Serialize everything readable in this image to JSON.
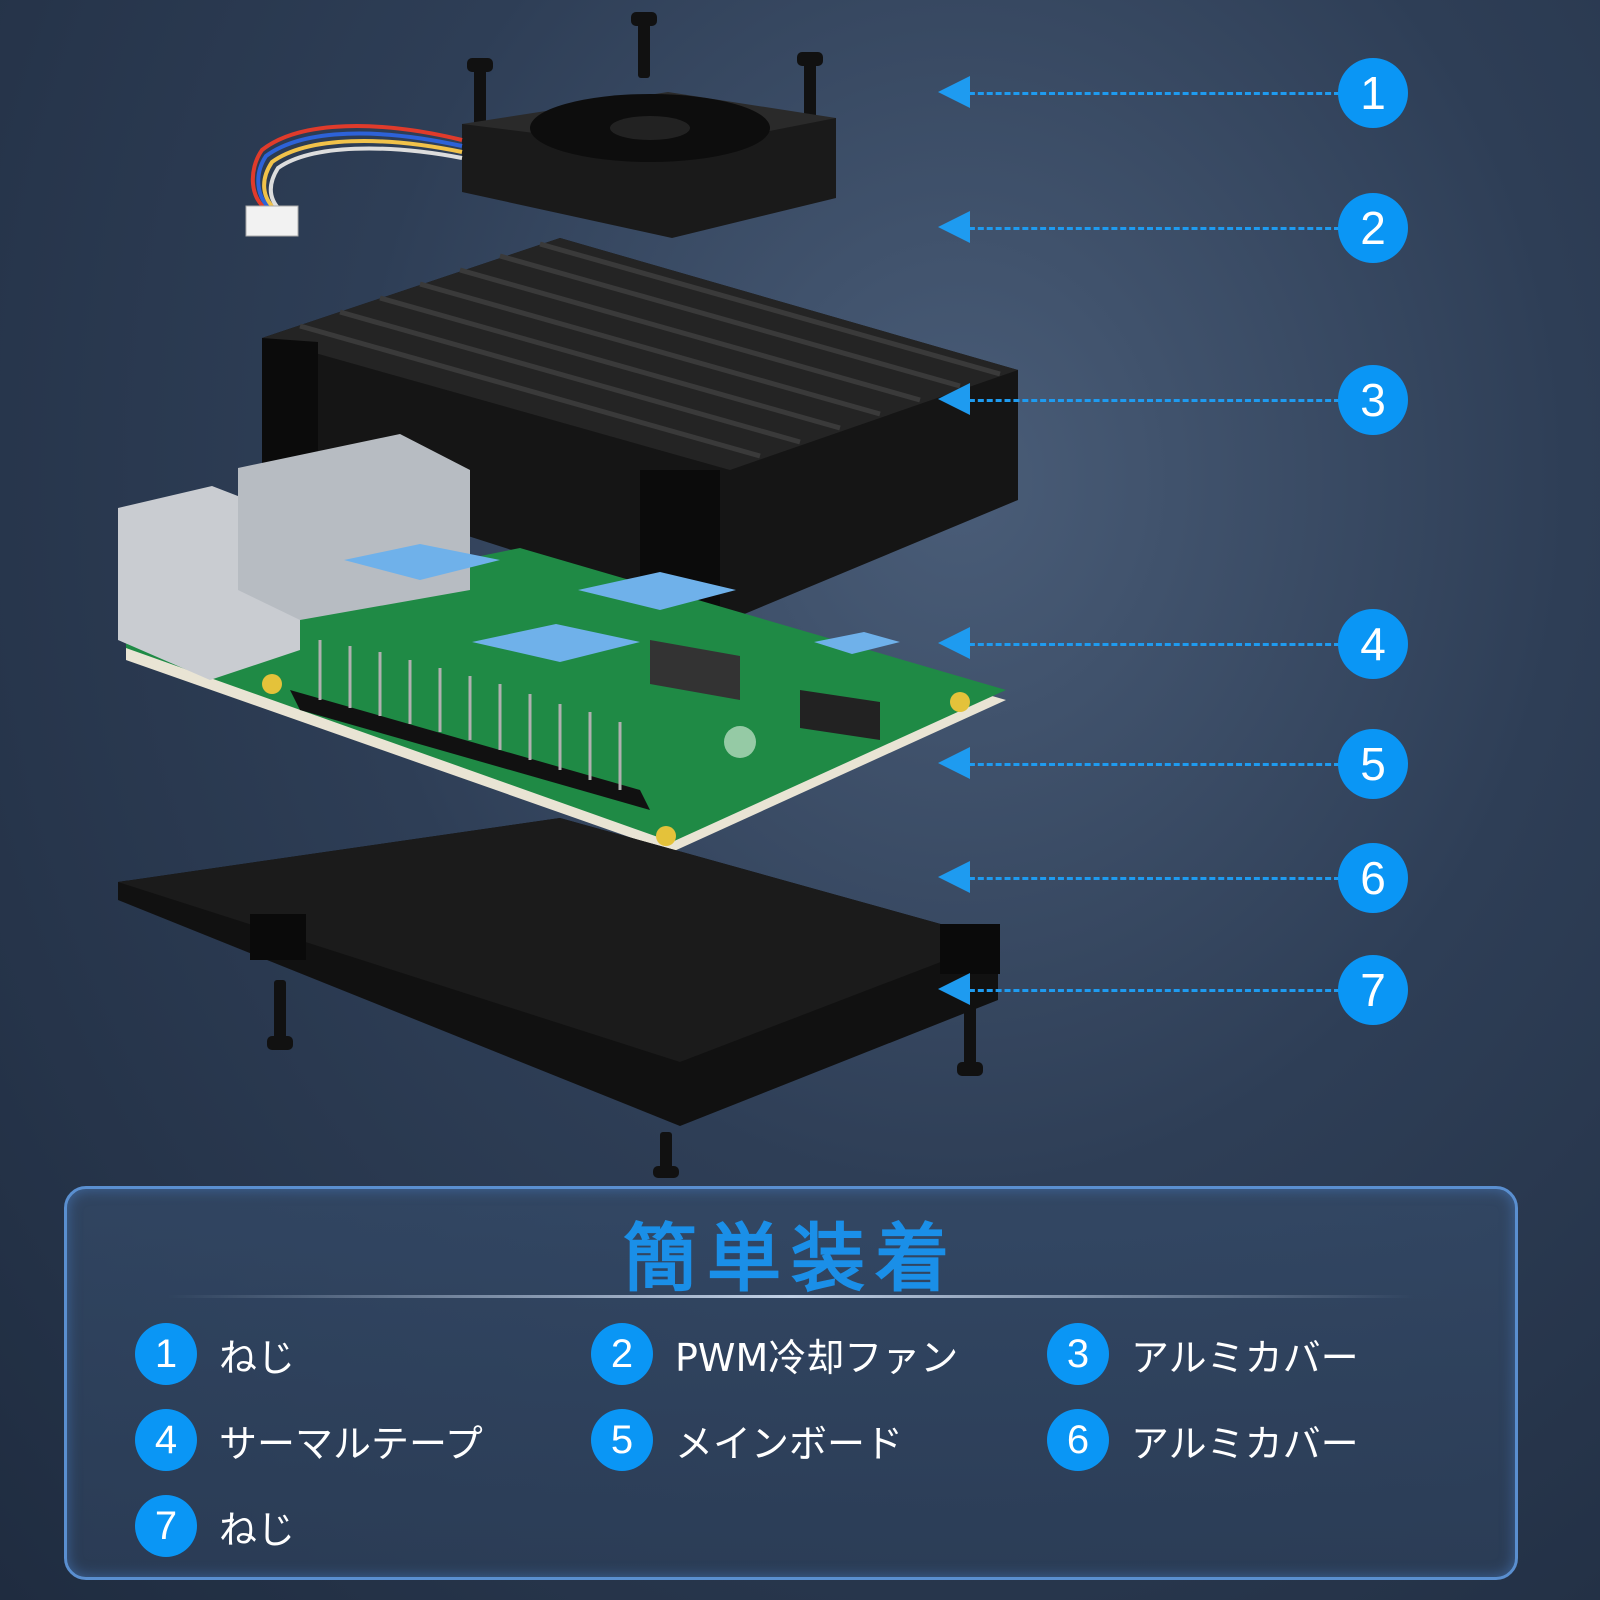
{
  "callouts": [
    "1",
    "2",
    "3",
    "4",
    "5",
    "6",
    "7"
  ],
  "panel": {
    "title": "簡単装着",
    "items": [
      {
        "num": "1",
        "label": "ねじ"
      },
      {
        "num": "2",
        "label": "PWM冷却ファン"
      },
      {
        "num": "3",
        "label": "アルミカバー"
      },
      {
        "num": "4",
        "label": "サーマルテープ"
      },
      {
        "num": "5",
        "label": "メインボード"
      },
      {
        "num": "6",
        "label": "アルミカバー"
      },
      {
        "num": "7",
        "label": "ねじ"
      }
    ]
  },
  "colors": {
    "accent": "#0a96f5",
    "callout_line": "#1e9bf0",
    "background": "#2e3e56",
    "panel_border": "#5a8fd0",
    "pcb_green": "#1f8a45",
    "thermal_pad": "#6fb1ea"
  }
}
